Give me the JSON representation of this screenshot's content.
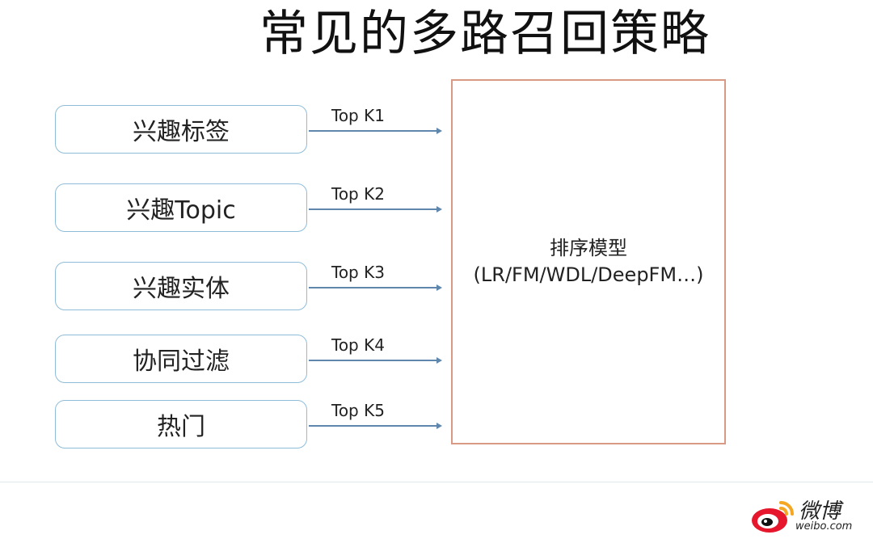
{
  "title": "常见的多路召回策略",
  "sources": [
    {
      "label": "兴趣标签",
      "topk": "Top K1"
    },
    {
      "label": "兴趣Topic",
      "topk": "Top K2"
    },
    {
      "label": "兴趣实体",
      "topk": "Top K3"
    },
    {
      "label": "协同过滤",
      "topk": "Top K4"
    },
    {
      "label": "热门",
      "topk": "Top K5"
    }
  ],
  "model": {
    "name": "排序模型",
    "subtitle": "(LR/FM/WDL/DeepFM…)"
  },
  "logo": {
    "cn": "微博",
    "en": "weibo.com",
    "icon": "weibo-eye-icon"
  },
  "colors": {
    "box_border": "#8fbcd8",
    "arrow": "#5f87ad",
    "model_border": "#d99a85",
    "logo_red": "#e6162d",
    "logo_orange": "#f5a623"
  }
}
